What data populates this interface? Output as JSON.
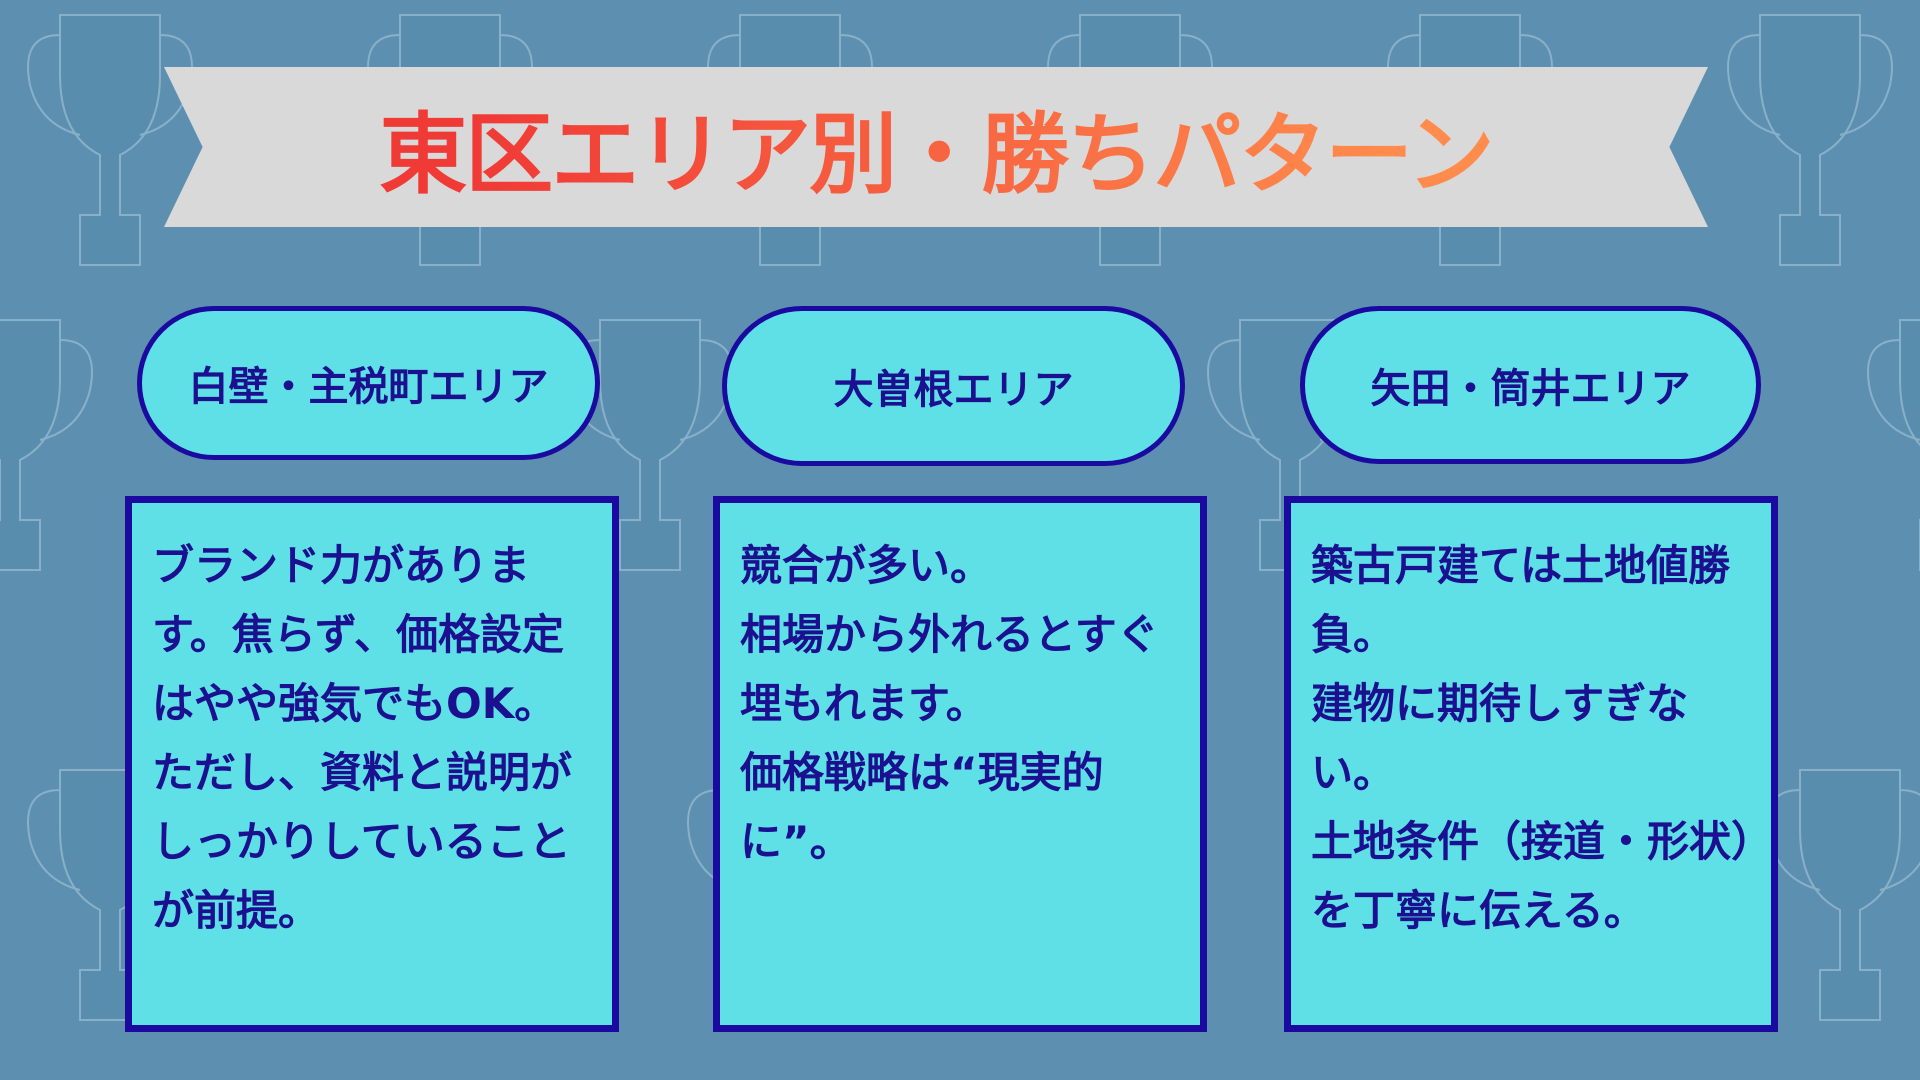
{
  "title": "東区エリア別・勝ちパターン",
  "colors": {
    "background": "#5d90b0",
    "banner": "#d9d9d9",
    "title_start": "#f03a36",
    "title_end": "#ff8c4c",
    "card_fill": "#5fe0e6",
    "card_border": "#1a0aa0",
    "text": "#1a1090"
  },
  "areas": [
    {
      "name": "白壁・主税町エリア",
      "lines": [
        "ブランド力があります。焦らず、価格設定はやや強気でもOK。",
        "ただし、資料と説明がしっかりしていることが前提。"
      ]
    },
    {
      "name": "大曽根エリア",
      "lines": [
        "競合が多い。",
        "相場から外れるとすぐ埋もれます。",
        "価格戦略は“現実的に”。"
      ]
    },
    {
      "name": "矢田・筒井エリア",
      "lines": [
        "築古戸建ては土地値勝負。",
        "建物に期待しすぎない。",
        "土地条件（接道・形状）を丁寧に伝える。"
      ]
    }
  ]
}
